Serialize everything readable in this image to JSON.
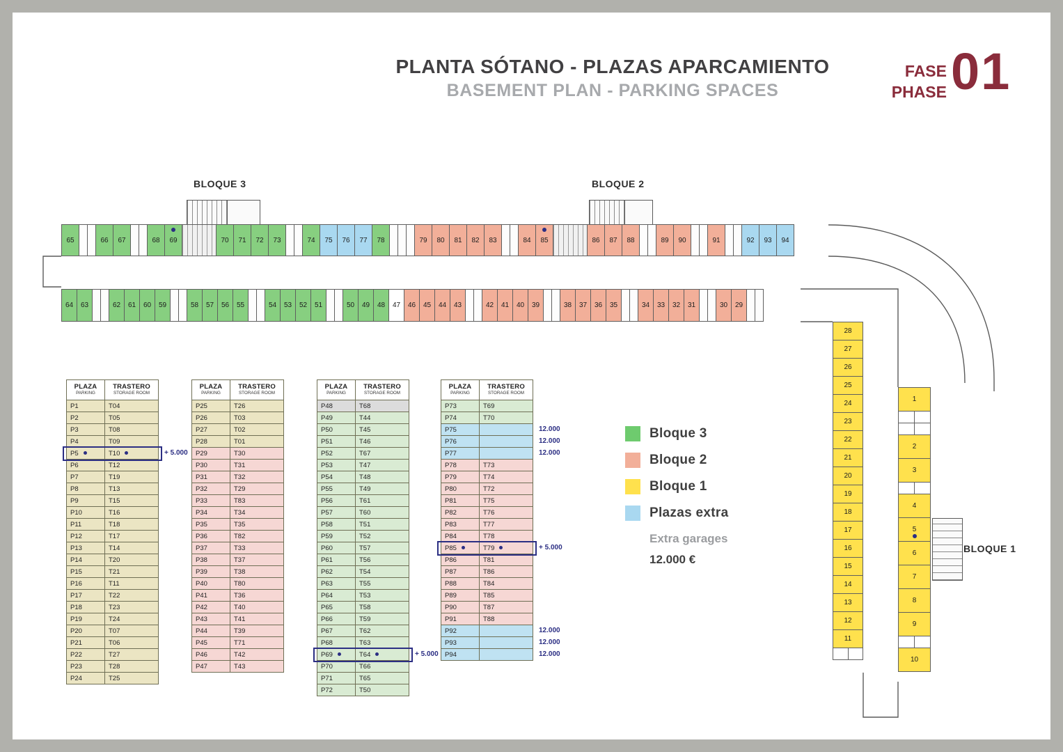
{
  "header": {
    "title_es": "PLANTA SÓTANO - PLAZAS APARCAMIENTO",
    "title_en": "BASEMENT PLAN - PARKING SPACES",
    "fase": "FASE",
    "phase": "PHASE",
    "phase_number": "01"
  },
  "plan": {
    "bloque3_label": "BLOQUE 3",
    "bloque2_label": "BLOQUE 2",
    "bloque1_label": "BLOQUE 1",
    "top_row": [
      {
        "t": "65",
        "k": "g"
      },
      {
        "k": "x"
      },
      {
        "k": "x"
      },
      {
        "t": "66",
        "k": "g"
      },
      {
        "t": "67",
        "k": "g"
      },
      {
        "k": "x"
      },
      {
        "k": "x"
      },
      {
        "t": "68",
        "k": "g"
      },
      {
        "t": "69",
        "k": "g",
        "dot": "top"
      },
      {
        "k": "c"
      },
      {
        "t": "70",
        "k": "g"
      },
      {
        "t": "71",
        "k": "g"
      },
      {
        "t": "72",
        "k": "g"
      },
      {
        "t": "73",
        "k": "g"
      },
      {
        "k": "x"
      },
      {
        "k": "x"
      },
      {
        "t": "74",
        "k": "g"
      },
      {
        "t": "75",
        "k": "b"
      },
      {
        "t": "76",
        "k": "b"
      },
      {
        "t": "77",
        "k": "b"
      },
      {
        "t": "78",
        "k": "g"
      },
      {
        "k": "x"
      },
      {
        "k": "x"
      },
      {
        "k": "x"
      },
      {
        "t": "79",
        "k": "s"
      },
      {
        "t": "80",
        "k": "s"
      },
      {
        "t": "81",
        "k": "s"
      },
      {
        "t": "82",
        "k": "s"
      },
      {
        "t": "83",
        "k": "s"
      },
      {
        "k": "x"
      },
      {
        "k": "x"
      },
      {
        "t": "84",
        "k": "s"
      },
      {
        "t": "85",
        "k": "s",
        "dot": "top"
      },
      {
        "k": "c"
      },
      {
        "t": "86",
        "k": "s"
      },
      {
        "t": "87",
        "k": "s"
      },
      {
        "t": "88",
        "k": "s"
      },
      {
        "k": "x"
      },
      {
        "k": "x"
      },
      {
        "t": "89",
        "k": "s"
      },
      {
        "t": "90",
        "k": "s"
      },
      {
        "k": "x"
      },
      {
        "k": "x"
      },
      {
        "t": "91",
        "k": "s"
      },
      {
        "k": "x"
      },
      {
        "k": "x"
      },
      {
        "t": "92",
        "k": "b"
      },
      {
        "t": "93",
        "k": "b"
      },
      {
        "t": "94",
        "k": "b"
      }
    ],
    "bottom_row": [
      {
        "t": "64",
        "k": "g"
      },
      {
        "t": "63",
        "k": "g"
      },
      {
        "k": "x"
      },
      {
        "k": "x"
      },
      {
        "t": "62",
        "k": "g"
      },
      {
        "t": "61",
        "k": "g"
      },
      {
        "t": "60",
        "k": "g"
      },
      {
        "t": "59",
        "k": "g"
      },
      {
        "k": "x"
      },
      {
        "k": "x"
      },
      {
        "t": "58",
        "k": "g"
      },
      {
        "t": "57",
        "k": "g"
      },
      {
        "t": "56",
        "k": "g"
      },
      {
        "t": "55",
        "k": "g"
      },
      {
        "k": "x"
      },
      {
        "k": "x"
      },
      {
        "t": "54",
        "k": "g"
      },
      {
        "t": "53",
        "k": "g"
      },
      {
        "t": "52",
        "k": "g"
      },
      {
        "t": "51",
        "k": "g"
      },
      {
        "k": "x"
      },
      {
        "k": "x"
      },
      {
        "t": "50",
        "k": "g"
      },
      {
        "t": "49",
        "k": "g"
      },
      {
        "t": "48",
        "k": "g"
      },
      {
        "t": "47",
        "k": "w"
      },
      {
        "t": "46",
        "k": "s"
      },
      {
        "t": "45",
        "k": "s"
      },
      {
        "t": "44",
        "k": "s"
      },
      {
        "t": "43",
        "k": "s"
      },
      {
        "k": "x"
      },
      {
        "k": "x"
      },
      {
        "t": "42",
        "k": "s"
      },
      {
        "t": "41",
        "k": "s"
      },
      {
        "t": "40",
        "k": "s"
      },
      {
        "t": "39",
        "k": "s"
      },
      {
        "k": "x"
      },
      {
        "k": "x"
      },
      {
        "t": "38",
        "k": "s"
      },
      {
        "t": "37",
        "k": "s"
      },
      {
        "t": "36",
        "k": "s"
      },
      {
        "t": "35",
        "k": "s"
      },
      {
        "k": "x"
      },
      {
        "k": "x"
      },
      {
        "t": "34",
        "k": "s"
      },
      {
        "t": "33",
        "k": "s"
      },
      {
        "t": "32",
        "k": "s"
      },
      {
        "t": "31",
        "k": "s"
      },
      {
        "k": "x"
      },
      {
        "k": "x"
      },
      {
        "t": "30",
        "k": "s"
      },
      {
        "t": "29",
        "k": "s"
      },
      {
        "k": "x"
      },
      {
        "k": "x"
      }
    ],
    "right_outer": [
      {
        "t": "28",
        "k": "y"
      },
      {
        "t": "27",
        "k": "y"
      },
      {
        "t": "26",
        "k": "y"
      },
      {
        "t": "25",
        "k": "y"
      },
      {
        "t": "24",
        "k": "y"
      },
      {
        "t": "23",
        "k": "y"
      },
      {
        "t": "22",
        "k": "y"
      },
      {
        "t": "21",
        "k": "y"
      },
      {
        "t": "20",
        "k": "y"
      },
      {
        "t": "19",
        "k": "y"
      },
      {
        "t": "18",
        "k": "y"
      },
      {
        "t": "17",
        "k": "y"
      },
      {
        "t": "16",
        "k": "y"
      },
      {
        "t": "15",
        "k": "y"
      },
      {
        "t": "14",
        "k": "y"
      },
      {
        "t": "13",
        "k": "y"
      },
      {
        "t": "12",
        "k": "y"
      },
      {
        "t": "11",
        "k": "y"
      },
      {
        "k": "xp"
      }
    ],
    "right_inner": [
      {
        "t": "1",
        "k": "y"
      },
      {
        "k": "xp"
      },
      {
        "k": "xp"
      },
      {
        "t": "2",
        "k": "y"
      },
      {
        "t": "3",
        "k": "y"
      },
      {
        "k": "xp"
      },
      {
        "t": "4",
        "k": "y"
      },
      {
        "t": "5",
        "k": "y",
        "dot": "bottom"
      },
      {
        "t": "6",
        "k": "y"
      },
      {
        "t": "7",
        "k": "y"
      },
      {
        "t": "8",
        "k": "y"
      },
      {
        "t": "9",
        "k": "y"
      },
      {
        "k": "xp"
      },
      {
        "t": "10",
        "k": "y"
      }
    ]
  },
  "table_header": {
    "plaza": "PLAZA",
    "parking": "PARKING",
    "trastero": "TRASTERO",
    "storage": "STORAGE ROOM"
  },
  "tables": [
    {
      "rows": [
        {
          "p": "P1",
          "t": "T04",
          "bg": "tan"
        },
        {
          "p": "P2",
          "t": "T05",
          "bg": "tan"
        },
        {
          "p": "P3",
          "t": "T08",
          "bg": "tan"
        },
        {
          "p": "P4",
          "t": "T09",
          "bg": "tan"
        },
        {
          "p": "P5",
          "t": "T10",
          "bg": "tan",
          "hl": true,
          "note": "+ 5.000"
        },
        {
          "p": "P6",
          "t": "T12",
          "bg": "tan"
        },
        {
          "p": "P7",
          "t": "T19",
          "bg": "tan"
        },
        {
          "p": "P8",
          "t": "T13",
          "bg": "tan"
        },
        {
          "p": "P9",
          "t": "T15",
          "bg": "tan"
        },
        {
          "p": "P10",
          "t": "T16",
          "bg": "tan"
        },
        {
          "p": "P11",
          "t": "T18",
          "bg": "tan"
        },
        {
          "p": "P12",
          "t": "T17",
          "bg": "tan"
        },
        {
          "p": "P13",
          "t": "T14",
          "bg": "tan"
        },
        {
          "p": "P14",
          "t": "T20",
          "bg": "tan"
        },
        {
          "p": "P15",
          "t": "T21",
          "bg": "tan"
        },
        {
          "p": "P16",
          "t": "T11",
          "bg": "tan"
        },
        {
          "p": "P17",
          "t": "T22",
          "bg": "tan"
        },
        {
          "p": "P18",
          "t": "T23",
          "bg": "tan"
        },
        {
          "p": "P19",
          "t": "T24",
          "bg": "tan"
        },
        {
          "p": "P20",
          "t": "T07",
          "bg": "tan"
        },
        {
          "p": "P21",
          "t": "T06",
          "bg": "tan"
        },
        {
          "p": "P22",
          "t": "T27",
          "bg": "tan"
        },
        {
          "p": "P23",
          "t": "T28",
          "bg": "tan"
        },
        {
          "p": "P24",
          "t": "T25",
          "bg": "tan"
        }
      ]
    },
    {
      "rows": [
        {
          "p": "P25",
          "t": "T26",
          "bg": "tan"
        },
        {
          "p": "P26",
          "t": "T03",
          "bg": "tan"
        },
        {
          "p": "P27",
          "t": "T02",
          "bg": "tan"
        },
        {
          "p": "P28",
          "t": "T01",
          "bg": "tan"
        },
        {
          "p": "P29",
          "t": "T30",
          "bg": "pink"
        },
        {
          "p": "P30",
          "t": "T31",
          "bg": "pink"
        },
        {
          "p": "P31",
          "t": "T32",
          "bg": "pink"
        },
        {
          "p": "P32",
          "t": "T29",
          "bg": "pink"
        },
        {
          "p": "P33",
          "t": "T83",
          "bg": "pink"
        },
        {
          "p": "P34",
          "t": "T34",
          "bg": "pink"
        },
        {
          "p": "P35",
          "t": "T35",
          "bg": "pink"
        },
        {
          "p": "P36",
          "t": "T82",
          "bg": "pink"
        },
        {
          "p": "P37",
          "t": "T33",
          "bg": "pink"
        },
        {
          "p": "P38",
          "t": "T37",
          "bg": "pink"
        },
        {
          "p": "P39",
          "t": "T38",
          "bg": "pink"
        },
        {
          "p": "P40",
          "t": "T80",
          "bg": "pink"
        },
        {
          "p": "P41",
          "t": "T36",
          "bg": "pink"
        },
        {
          "p": "P42",
          "t": "T40",
          "bg": "pink"
        },
        {
          "p": "P43",
          "t": "T41",
          "bg": "pink"
        },
        {
          "p": "P44",
          "t": "T39",
          "bg": "pink"
        },
        {
          "p": "P45",
          "t": "T71",
          "bg": "pink"
        },
        {
          "p": "P46",
          "t": "T42",
          "bg": "pink"
        },
        {
          "p": "P47",
          "t": "T43",
          "bg": "pink"
        }
      ]
    },
    {
      "rows": [
        {
          "p": "P48",
          "t": "T68",
          "bg": "gray"
        },
        {
          "p": "P49",
          "t": "T44",
          "bg": "green"
        },
        {
          "p": "P50",
          "t": "T45",
          "bg": "green"
        },
        {
          "p": "P51",
          "t": "T46",
          "bg": "green"
        },
        {
          "p": "P52",
          "t": "T67",
          "bg": "green"
        },
        {
          "p": "P53",
          "t": "T47",
          "bg": "green"
        },
        {
          "p": "P54",
          "t": "T48",
          "bg": "green"
        },
        {
          "p": "P55",
          "t": "T49",
          "bg": "green"
        },
        {
          "p": "P56",
          "t": "T61",
          "bg": "green"
        },
        {
          "p": "P57",
          "t": "T60",
          "bg": "green"
        },
        {
          "p": "P58",
          "t": "T51",
          "bg": "green"
        },
        {
          "p": "P59",
          "t": "T52",
          "bg": "green"
        },
        {
          "p": "P60",
          "t": "T57",
          "bg": "green"
        },
        {
          "p": "P61",
          "t": "T56",
          "bg": "green"
        },
        {
          "p": "P62",
          "t": "T54",
          "bg": "green"
        },
        {
          "p": "P63",
          "t": "T55",
          "bg": "green"
        },
        {
          "p": "P64",
          "t": "T53",
          "bg": "green"
        },
        {
          "p": "P65",
          "t": "T58",
          "bg": "green"
        },
        {
          "p": "P66",
          "t": "T59",
          "bg": "green"
        },
        {
          "p": "P67",
          "t": "T62",
          "bg": "green"
        },
        {
          "p": "P68",
          "t": "T63",
          "bg": "green"
        },
        {
          "p": "P69",
          "t": "T64",
          "bg": "green",
          "hl": true,
          "note": "+ 5.000"
        },
        {
          "p": "P70",
          "t": "T66",
          "bg": "green"
        },
        {
          "p": "P71",
          "t": "T65",
          "bg": "green"
        },
        {
          "p": "P72",
          "t": "T50",
          "bg": "green"
        }
      ]
    },
    {
      "rows": [
        {
          "p": "P73",
          "t": "T69",
          "bg": "green"
        },
        {
          "p": "P74",
          "t": "T70",
          "bg": "green"
        },
        {
          "p": "P75",
          "t": "",
          "bg": "blue",
          "note": "12.000"
        },
        {
          "p": "P76",
          "t": "",
          "bg": "blue",
          "note": "12.000"
        },
        {
          "p": "P77",
          "t": "",
          "bg": "blue",
          "note": "12.000"
        },
        {
          "p": "P78",
          "t": "T73",
          "bg": "pink"
        },
        {
          "p": "P79",
          "t": "T74",
          "bg": "pink"
        },
        {
          "p": "P80",
          "t": "T72",
          "bg": "pink"
        },
        {
          "p": "P81",
          "t": "T75",
          "bg": "pink"
        },
        {
          "p": "P82",
          "t": "T76",
          "bg": "pink"
        },
        {
          "p": "P83",
          "t": "T77",
          "bg": "pink"
        },
        {
          "p": "P84",
          "t": "T78",
          "bg": "pink"
        },
        {
          "p": "P85",
          "t": "T79",
          "bg": "pink",
          "hl": true,
          "note": "+ 5.000"
        },
        {
          "p": "P86",
          "t": "T81",
          "bg": "pink"
        },
        {
          "p": "P87",
          "t": "T86",
          "bg": "pink"
        },
        {
          "p": "P88",
          "t": "T84",
          "bg": "pink"
        },
        {
          "p": "P89",
          "t": "T85",
          "bg": "pink"
        },
        {
          "p": "P90",
          "t": "T87",
          "bg": "pink"
        },
        {
          "p": "P91",
          "t": "T88",
          "bg": "pink"
        },
        {
          "p": "P92",
          "t": "",
          "bg": "blue",
          "note": "12.000"
        },
        {
          "p": "P93",
          "t": "",
          "bg": "blue",
          "note": "12.000"
        },
        {
          "p": "P94",
          "t": "",
          "bg": "blue",
          "note": "12.000"
        }
      ]
    }
  ],
  "legend": {
    "items": [
      {
        "label": "Bloque 3",
        "color": "#6ECB6E"
      },
      {
        "label": "Bloque 2",
        "color": "#F2AF99"
      },
      {
        "label": "Bloque 1",
        "color": "#FFE14D"
      },
      {
        "label": "Plazas extra",
        "color": "#A9D8F0"
      }
    ],
    "extra_sub": "Extra garages",
    "extra_price": "12.000 €"
  }
}
